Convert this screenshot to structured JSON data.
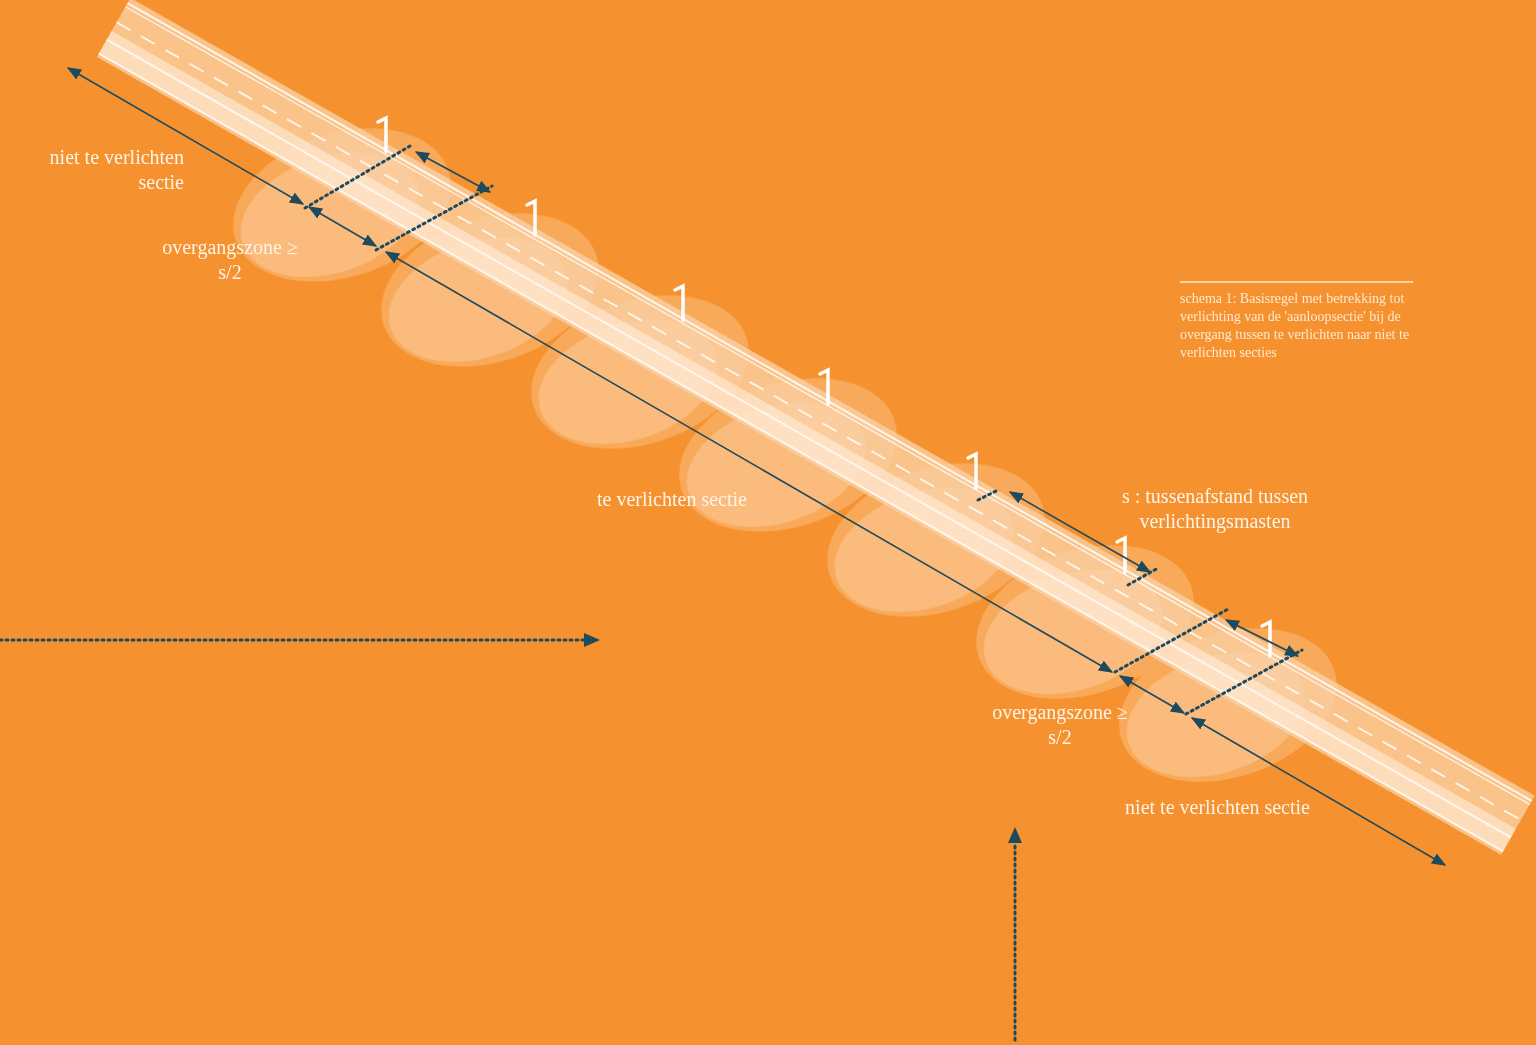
{
  "diagram": {
    "caption": "schema 1: Basisregel met betrekking tot verlichting van de 'aanloopsectie' bij de overgang tussen te verlichten naar niet te verlichten secties",
    "labels": [
      "niet te verlichten sectie",
      "overgangszone ≥ s/2",
      "te verlichten sectie",
      "s : tussenafstand tussen verlichtingsmasten",
      "overgangszone ≥ s/2",
      "niet te verlichten sectie"
    ]
  }
}
